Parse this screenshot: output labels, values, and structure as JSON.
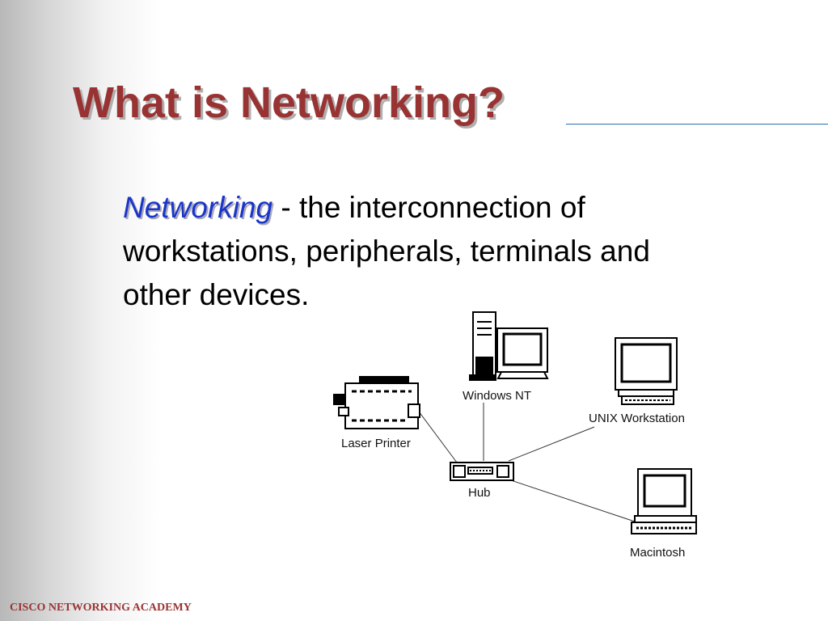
{
  "slide": {
    "title": "What is Networking?",
    "term": "Networking",
    "definition_rest": " - the interconnection of workstations, peripherals, terminals and other devices.",
    "footer": "CISCO NETWORKING ACADEMY"
  },
  "diagram": {
    "labels": {
      "windows_nt": "Windows NT",
      "unix_workstation": "UNIX Workstation",
      "laser_printer": "Laser Printer",
      "hub": "Hub",
      "macintosh": "Macintosh"
    },
    "icons": [
      "tower-computer-icon",
      "monitor-icon",
      "printer-icon",
      "hub-icon",
      "keyboard-icon"
    ]
  },
  "colors": {
    "title": "#993333",
    "term": "#1a35c8",
    "rule": "#2a6fb0",
    "footer": "#993333"
  }
}
